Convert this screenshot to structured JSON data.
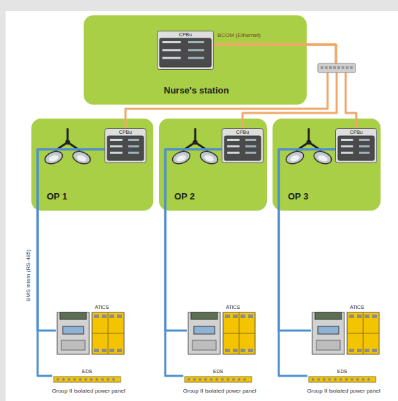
{
  "diagram": {
    "nodes": [
      {
        "text": [
          "Nurse's station"
        ]
      },
      {
        "text": [
          "CPBu"
        ],
        "in": 0
      },
      {
        "text": [
          "OP 1"
        ]
      },
      {
        "text": [
          "CPBu"
        ],
        "in": 2
      },
      {
        "text": [
          "OP 2"
        ]
      },
      {
        "text": [
          "CPBu"
        ],
        "in": 4
      },
      {
        "text": [
          "OP 3"
        ]
      },
      {
        "text": [
          "CPBu"
        ],
        "in": 6
      },
      {
        "text": [
          "ATICS"
        ]
      },
      {
        "text": [
          "EDS"
        ]
      },
      {
        "text": [
          "ATICS"
        ]
      },
      {
        "text": [
          "EDS"
        ]
      },
      {
        "text": [
          "ATICS"
        ]
      },
      {
        "text": [
          "EDS"
        ]
      }
    ],
    "edges": [
      {
        "from": 1,
        "to": 3,
        "arrow": "none"
      },
      {
        "from": 1,
        "to": 5,
        "arrow": "none"
      },
      {
        "from": 1,
        "to": 7,
        "arrow": "none"
      },
      {
        "from": 3,
        "to": 8,
        "arrow": "none"
      },
      {
        "from": 3,
        "to": 9,
        "arrow": "none"
      },
      {
        "from": 5,
        "to": 10,
        "arrow": "none"
      },
      {
        "from": 5,
        "to": 11,
        "arrow": "none"
      },
      {
        "from": 7,
        "to": 12,
        "arrow": "none"
      },
      {
        "from": 7,
        "to": 13,
        "arrow": "none"
      }
    ],
    "labels": [
      "BCOM (Ethernet)",
      "BMS intern (RS-485)",
      "Group II Isolated power panel",
      "Group II Isolated power panel",
      "Group II Isolated power panel"
    ]
  }
}
